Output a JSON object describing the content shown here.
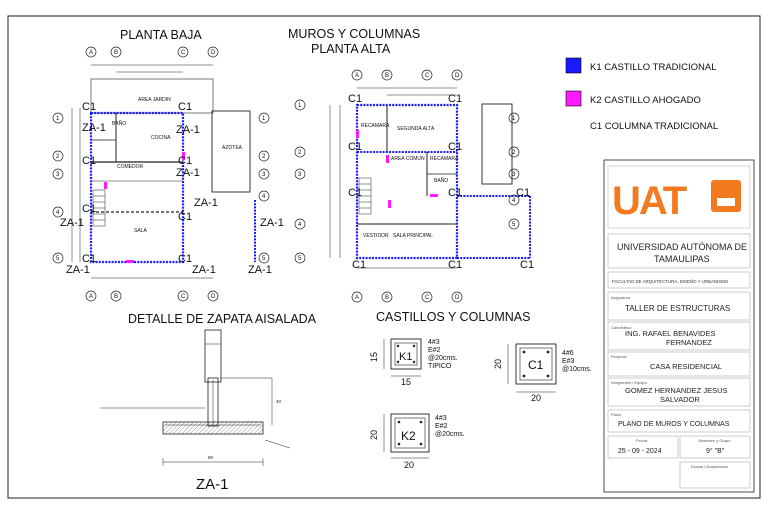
{
  "titles": {
    "planta_baja": "PLANTA BAJA",
    "muros_1": "MUROS Y COLUMNAS",
    "muros_2": "PLANTA ALTA",
    "zapata": "DETALLE DE ZAPATA AISALADA",
    "castillos": "CASTILLOS Y COLUMNAS",
    "za1_big": "ZA-1"
  },
  "legend": {
    "k1": "K1 CASTILLO TRADICIONAL",
    "k2": "K2 CASTILLO AHOGADO",
    "c1": "C1 COLUMNA TRADICIONAL",
    "k1_color": "#1a1aff",
    "k2_color": "#ff1aff"
  },
  "axis_letters": [
    "A",
    "B",
    "C",
    "D"
  ],
  "axis_numbers": [
    "1",
    "2",
    "3",
    "4",
    "5"
  ],
  "tags": {
    "c1": "C1",
    "za1": "ZA-1"
  },
  "rooms": {
    "area_jardin": "AREA JARDIN",
    "bano": "BAÑO",
    "cocina": "COCINA",
    "comedor": "COMEDOR",
    "sala": "SALA",
    "azotea": "AZOTEA",
    "segunda_alta": "SEGUNDA ALTA",
    "recamara_1": "RECAMARA",
    "area_comun": "AREA COMUN",
    "recamara_2": "RECAMARA",
    "bano2": "BAÑO",
    "vestidor": "VESTIDOR",
    "sala_principal": "SALA PRINCIPAL"
  },
  "sections": {
    "k1": {
      "name": "K1",
      "w": "15",
      "h": "15",
      "n1": "4#3",
      "n2": "E#2",
      "n3": "@20cms.",
      "n4": "TIPICO"
    },
    "c1": {
      "name": "C1",
      "w": "20",
      "h": "20",
      "n1": "4#6",
      "n2": "E#3",
      "n3": "@10cms."
    },
    "k2": {
      "name": "K2",
      "w": "20",
      "h": "20",
      "n1": "4#3",
      "n2": "E#2",
      "n3": "@20cms."
    }
  },
  "zapata": {
    "dim_bottom": "90",
    "dim_side": "40"
  },
  "titleblock": {
    "logo": "UAT",
    "university": "UNIVERSIDAD AUTÓNOMA DE TAMAULIPAS",
    "faculty": "FACULTAD DE ARQUITECTURA, DISEÑO Y URBANISMO",
    "asignatura_label": "Asignatura",
    "asignatura": "TALLER DE ESTRUCTURAS",
    "catedratico_label": "Catedrático",
    "catedratico_1": "ING. RAFAEL BENAVIDES",
    "catedratico_2": "FERNANDEZ",
    "proyecto_label": "Proyecto",
    "proyecto": "CASA RESIDENCIAL",
    "integrantes_label": "Integrantes / Equipo",
    "integrantes_1": "GOMEZ HERNANDEZ JESUS",
    "integrantes_2": "SALVADOR",
    "plano_label": "Plano",
    "plano": "PLANO DE MUROS Y COLUMNAS",
    "fecha_label": "Fecha",
    "fecha": "25 - 09 - 2024",
    "semestre_label": "Semestre y Grupo",
    "semestre": "9° \"B\"",
    "escala_label": "Escala / Acotaciones"
  }
}
